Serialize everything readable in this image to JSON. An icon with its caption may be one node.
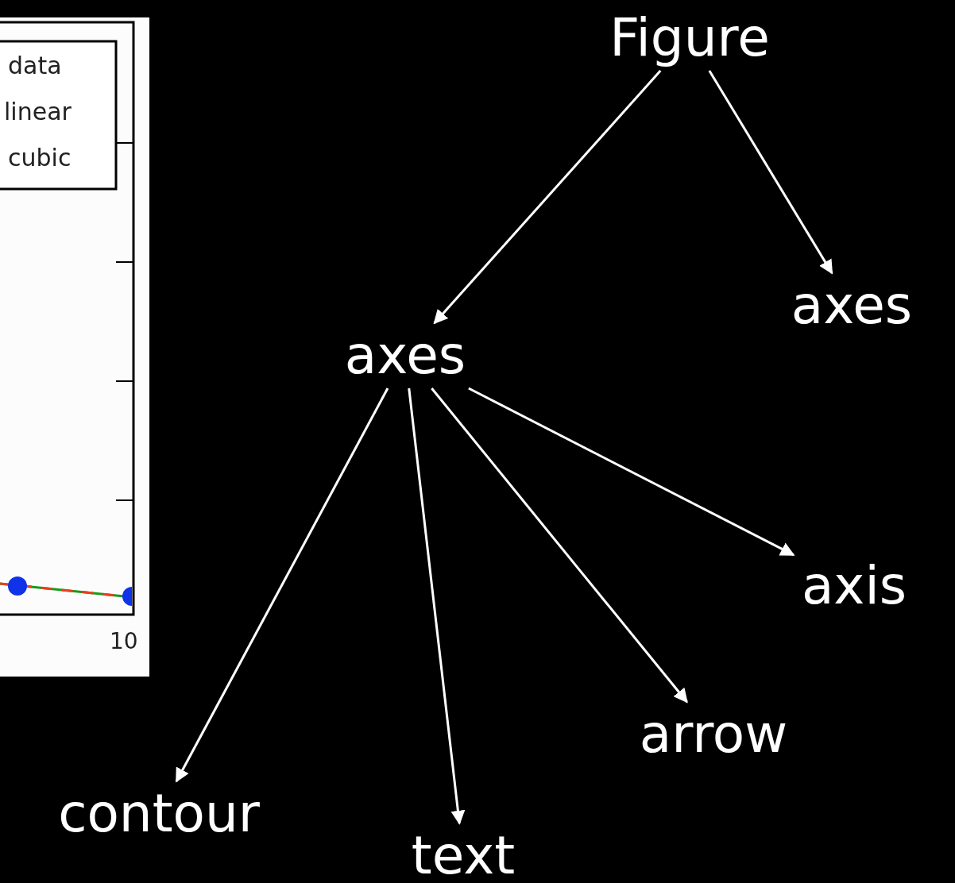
{
  "diagram": {
    "nodes": [
      {
        "text": [
          "Figure"
        ]
      },
      {
        "text": [
          "axes"
        ]
      },
      {
        "text": [
          "axes"
        ]
      },
      {
        "text": [
          "axis"
        ]
      },
      {
        "text": [
          "arrow"
        ]
      },
      {
        "text": [
          "text"
        ]
      },
      {
        "text": [
          "contour"
        ]
      }
    ],
    "edges": [
      {
        "from": 0,
        "to": 1,
        "arrow": "to"
      },
      {
        "from": 0,
        "to": 2,
        "arrow": "to"
      },
      {
        "from": 1,
        "to": 6,
        "arrow": "to"
      },
      {
        "from": 1,
        "to": 5,
        "arrow": "to"
      },
      {
        "from": 1,
        "to": 4,
        "arrow": "to"
      },
      {
        "from": 1,
        "to": 3,
        "arrow": "to"
      }
    ],
    "labels": [
      "10"
    ],
    "legend": [
      {
        "text": "data"
      },
      {
        "text": "linear"
      },
      {
        "text": "cubic"
      }
    ]
  }
}
